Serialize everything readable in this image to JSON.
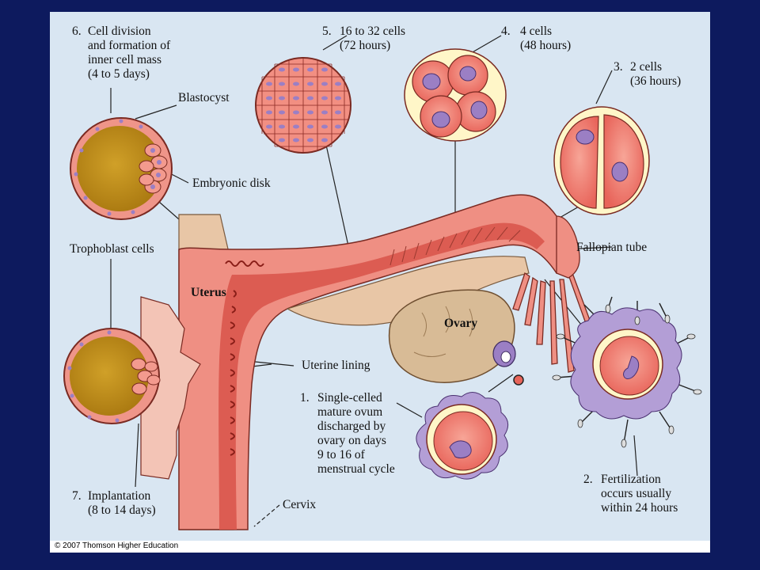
{
  "labels": {
    "step6": {
      "num": "6.",
      "text": "Cell division\nand formation of\ninner cell mass\n(4 to 5 days)"
    },
    "step5": {
      "num": "5.",
      "text": "16 to 32 cells\n(72 hours)"
    },
    "step4": {
      "num": "4.",
      "text": "4 cells\n(48 hours)"
    },
    "step3": {
      "num": "3.",
      "text": "2 cells\n(36 hours)"
    },
    "step2": {
      "num": "2.",
      "text": "Fertilization\noccurs usually\nwithin 24 hours"
    },
    "step1": {
      "num": "1.",
      "text": "Single-celled\nmature ovum\ndischarged by\novary on days\n9 to 16 of\nmenstrual cycle"
    },
    "step7": {
      "num": "7.",
      "text": "Implantation\n(8 to 14 days)"
    },
    "blastocyst": "Blastocyst",
    "embryonic_disk": "Embryonic disk",
    "trophoblast_cells": "Trophoblast cells",
    "uterus": "Uterus",
    "ovary": "Ovary",
    "fallopian_tube": "Fallopian tube",
    "uterine_lining": "Uterine lining",
    "cervix": "Cervix"
  },
  "footer": {
    "copyright": "© 2007 Thomson Higher Education"
  },
  "colors": {
    "background": "#0d1a5e",
    "panel": "#d9e6f2",
    "tissue": "#ee8f86",
    "tissue_dark": "#d9574c",
    "cell_fill": "#f0776a",
    "nucleus": "#9b7fc4",
    "ovary": "#d8bb96",
    "yolk": "#c2901c",
    "zona": "#fff6c8"
  }
}
